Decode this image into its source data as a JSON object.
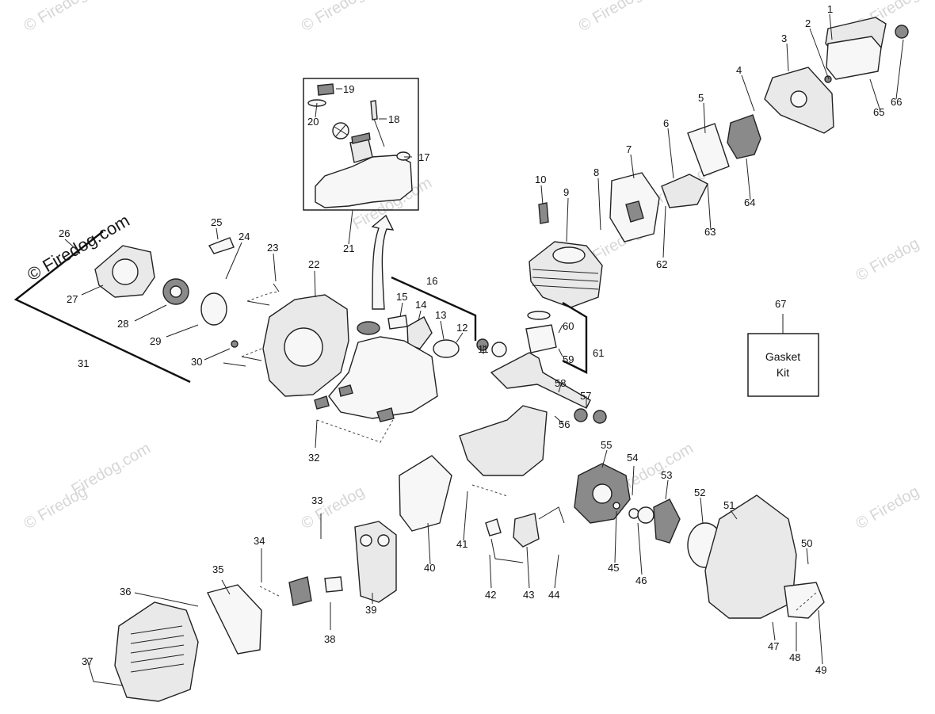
{
  "watermarks": {
    "text": "© Firedog",
    "dotcom": "Firedog.com",
    "prominent": "© Firedog.com"
  },
  "gasket_kit": {
    "line1": "Gasket",
    "line2": "Kit"
  },
  "part_numbers": [
    "1",
    "2",
    "3",
    "4",
    "5",
    "6",
    "7",
    "8",
    "9",
    "10",
    "11",
    "12",
    "13",
    "14",
    "15",
    "16",
    "17",
    "18",
    "19",
    "20",
    "21",
    "22",
    "23",
    "24",
    "25",
    "26",
    "27",
    "28",
    "29",
    "30",
    "31",
    "32",
    "33",
    "34",
    "35",
    "36",
    "37",
    "38",
    "39",
    "40",
    "41",
    "42",
    "43",
    "44",
    "45",
    "46",
    "47",
    "48",
    "49",
    "50",
    "51",
    "52",
    "53",
    "54",
    "55",
    "56",
    "57",
    "58",
    "59",
    "60",
    "61",
    "62",
    "63",
    "64",
    "65",
    "66",
    "67"
  ]
}
